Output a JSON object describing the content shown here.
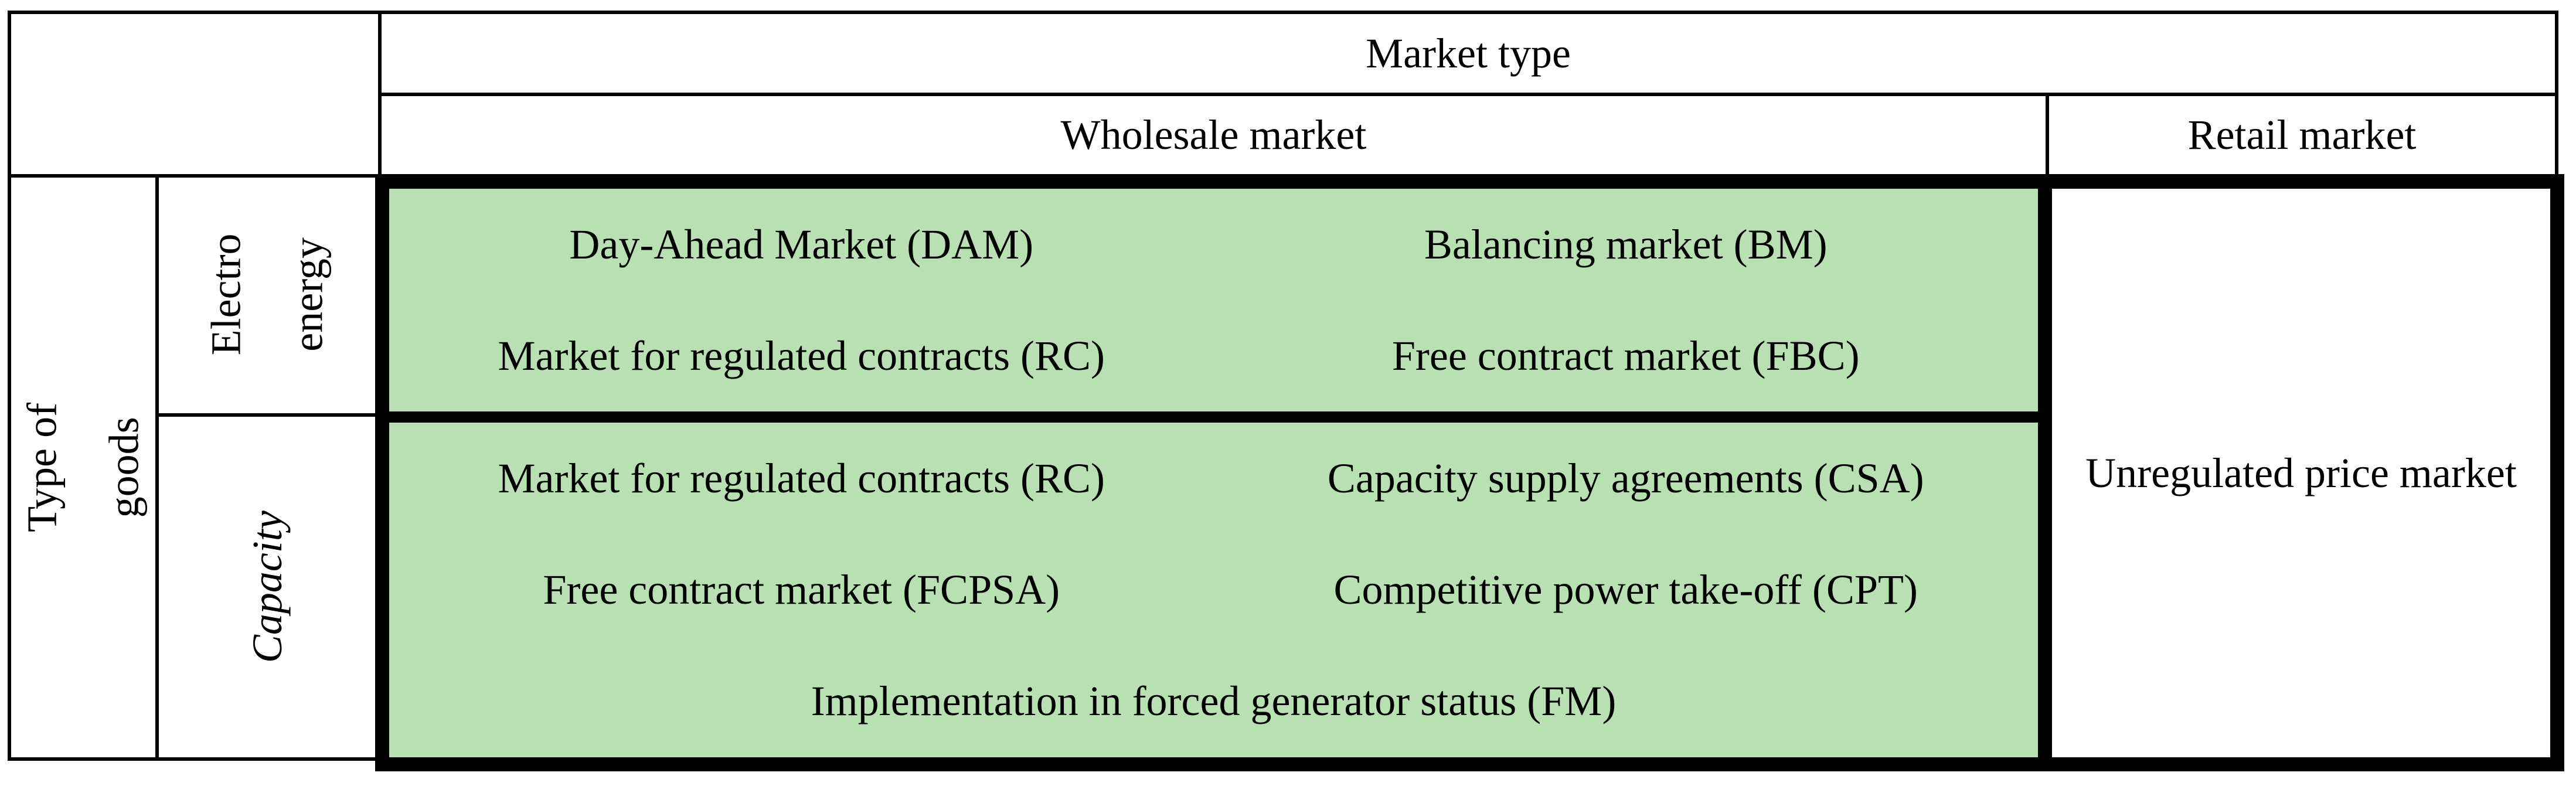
{
  "table": {
    "header": {
      "market_type": "Market type",
      "wholesale_market": "Wholesale market",
      "retail_market": "Retail market"
    },
    "row_headers": {
      "type_of_goods": "Type of goods",
      "electro_energy": "Electro\nenergy",
      "capacity": "Capacity"
    },
    "electro_wholesale_cell": {
      "dam": "Day-Ahead Market (DAM)",
      "bm": "Balancing market (BM)",
      "rc": "Market for regulated contracts (RC)",
      "fbc": "Free contract market (FBC)"
    },
    "capacity_wholesale_cell": {
      "rc": "Market for regulated contracts (RC)",
      "csa": "Capacity supply agreements (CSA)",
      "fcpsa": "Free contract market (FCPSA)",
      "cpt": "Competitive power take-off (CPT)",
      "fm": "Implementation in forced generator status (FM)"
    },
    "retail_cell": {
      "unregulated": "Unregulated price market"
    },
    "colors": {
      "highlight_green": "#b9e0b2",
      "border_black": "#000000"
    }
  }
}
